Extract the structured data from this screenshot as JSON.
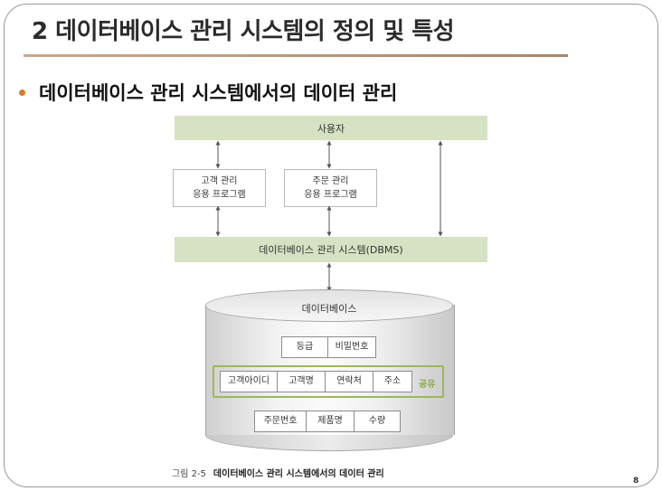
{
  "slide": {
    "title": "2 데이터베이스 관리 시스템의 정의 및 특성",
    "bullet": "데이터베이스 관리 시스템에서의 데이터 관리",
    "page_number": "8"
  },
  "figure": {
    "user_bar": "사용자",
    "apps": [
      {
        "line1": "고객 관리",
        "line2": "응용 프로그램"
      },
      {
        "line1": "주문 관리",
        "line2": "응용 프로그램"
      }
    ],
    "dbms_bar": "데이터베이스 관리 시스템(DBMS)",
    "database_label": "데이터베이스",
    "row1": [
      "등급",
      "비밀번호"
    ],
    "row2": [
      "고객아이디",
      "고객명",
      "연락처",
      "주소"
    ],
    "shared_label": "공유",
    "row3": [
      "주문번호",
      "제품명",
      "수량"
    ],
    "caption_number": "그림 2-5",
    "caption_title": "데이터베이스 관리 시스템에서의 데이터 관리"
  },
  "colors": {
    "bar_fill": "#d6e2c3",
    "shared_frame": "#9bb85a",
    "bullet": "#e07a2a"
  }
}
